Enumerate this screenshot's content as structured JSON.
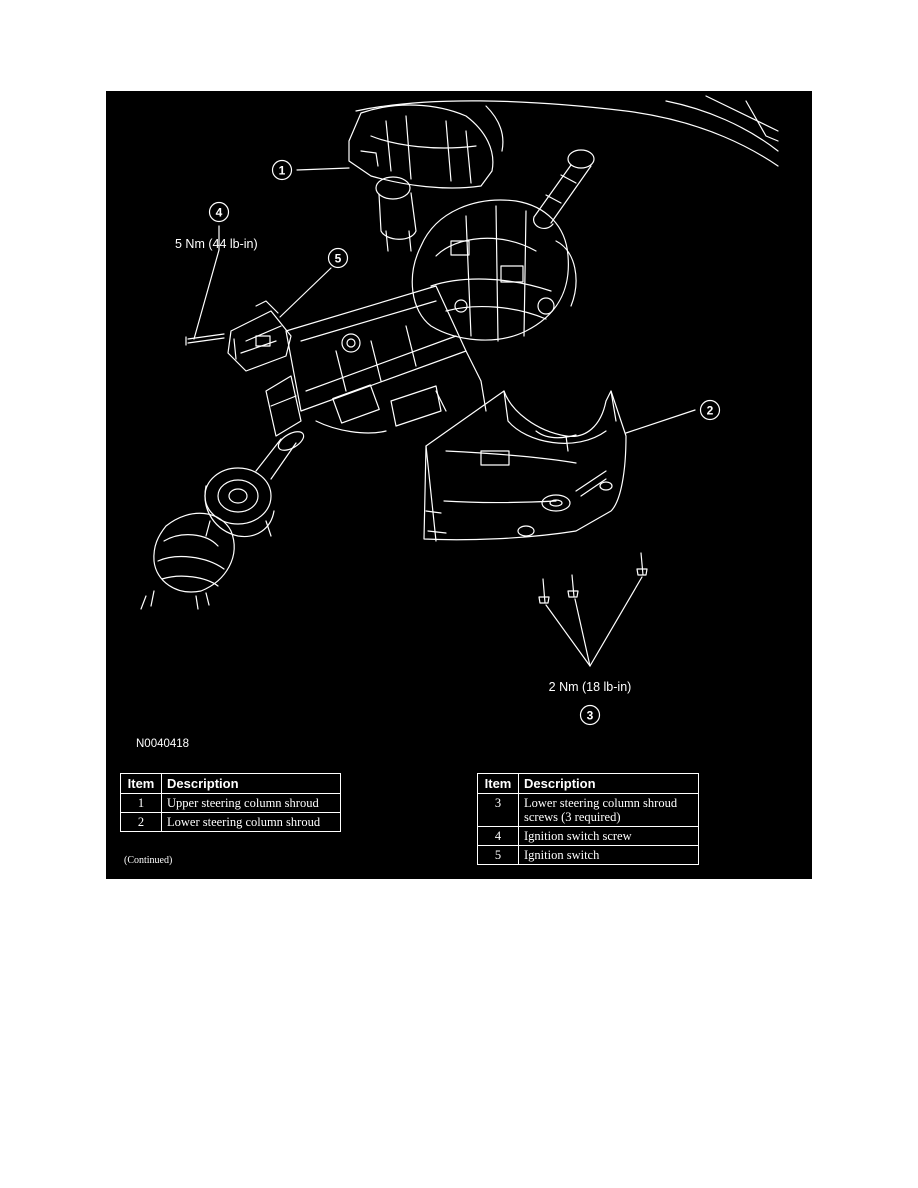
{
  "figure": {
    "id_label": "N0040418",
    "callouts": [
      {
        "num": "1"
      },
      {
        "num": "2"
      },
      {
        "num": "3"
      },
      {
        "num": "4"
      },
      {
        "num": "5"
      }
    ],
    "torque_labels": {
      "ignition_screw": "5 Nm (44 lb-in)",
      "shroud_screws": "2 Nm (18 lb-in)"
    }
  },
  "legend": {
    "headers": {
      "item": "Item",
      "description": "Description"
    },
    "left_rows": [
      {
        "item": "1",
        "description": "Upper steering column shroud"
      },
      {
        "item": "2",
        "description": "Lower steering column shroud"
      }
    ],
    "right_rows": [
      {
        "item": "3",
        "description": "Lower steering column shroud screws (3 required)"
      },
      {
        "item": "4",
        "description": "Ignition switch screw"
      },
      {
        "item": "5",
        "description": "Ignition switch"
      }
    ],
    "continued": "(Continued)"
  }
}
